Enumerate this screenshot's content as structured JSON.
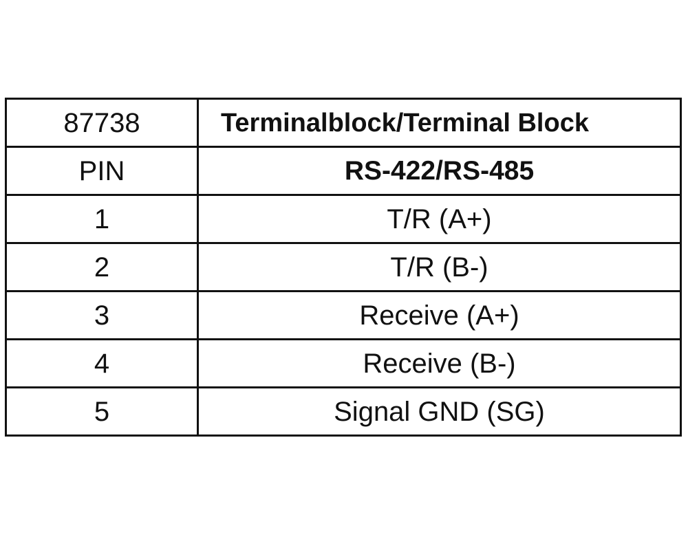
{
  "table": {
    "header": {
      "part_number": "87738",
      "title": "Terminalblock/Terminal Block"
    },
    "subheader": {
      "pin_label": "PIN",
      "protocol": "RS-422/RS-485"
    },
    "rows": [
      {
        "pin": "1",
        "signal": "T/R (A+)"
      },
      {
        "pin": "2",
        "signal": "T/R (B-)"
      },
      {
        "pin": "3",
        "signal": "Receive (A+)"
      },
      {
        "pin": "4",
        "signal": "Receive (B-)"
      },
      {
        "pin": "5",
        "signal": "Signal GND (SG)"
      }
    ]
  }
}
